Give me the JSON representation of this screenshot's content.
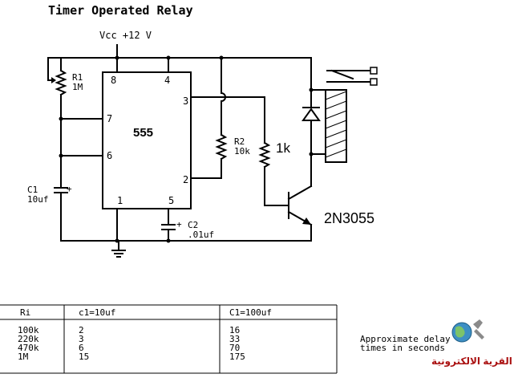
{
  "title": "Timer Operated Relay",
  "supply": "Vcc +12 V",
  "ic": {
    "label": "555",
    "pins": {
      "p1": "1",
      "p2": "2",
      "p3": "3",
      "p4": "4",
      "p5": "5",
      "p6": "6",
      "p7": "7",
      "p8": "8"
    }
  },
  "components": {
    "r1": {
      "name": "R1",
      "value": "1M"
    },
    "r2": {
      "name": "R2",
      "value": "10k"
    },
    "r3": {
      "value": "1k"
    },
    "c1": {
      "name": "C1",
      "value": "10uf",
      "polarity": "+"
    },
    "c2": {
      "name": "C2",
      "value": ".01uf",
      "polarity": "+"
    },
    "transistor": "2N3055"
  },
  "table": {
    "headers": [
      "Ri",
      "c1=10uf",
      "C1=100uf"
    ],
    "rows": [
      [
        "100k",
        "2",
        "16"
      ],
      [
        "220k",
        "3",
        "33"
      ],
      [
        "470k",
        "6",
        "70"
      ],
      [
        "1M",
        "15",
        "175"
      ]
    ],
    "note_line1": "Approximate delay",
    "note_line2": "times in seconds"
  },
  "watermark": "القرية الالكترونية"
}
